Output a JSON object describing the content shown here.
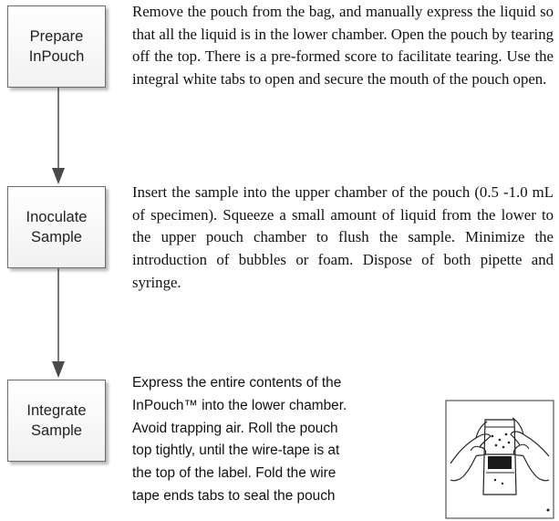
{
  "steps": [
    {
      "box_label": "Prepare\nInPouch",
      "description": "Remove the pouch from the bag, and manually express the liquid so that all the liquid is in the lower chamber. Open the pouch by tearing off the top. There is a pre-formed score to facilitate tearing.  Use the integral white tabs to open and secure the mouth of the pouch open."
    },
    {
      "box_label": "Inoculate\nSample",
      "description": "Insert the sample into the upper chamber of the pouch (0.5 -1.0 mL of specimen). Squeeze a small amount of liquid from the lower to the upper pouch chamber to flush the sample. Minimize the introduction of bubbles or foam. Dispose of both pipette and syringe."
    },
    {
      "box_label": "Integrate\nSample",
      "description_lines": [
        "Express the entire contents of the",
        "InPouch™ into the lower chamber.",
        "Avoid trapping air. Roll the pouch",
        "top tightly, until the wire-tape is at",
        "the top of the label. Fold the wire",
        "tape ends tabs to seal the pouch"
      ]
    }
  ],
  "colors": {
    "box_border": "#6b6b6b",
    "arrow": "#4a4a4a",
    "text": "#111111"
  },
  "icons": {
    "illustration": "hands-sealing-pouch-illustration"
  }
}
